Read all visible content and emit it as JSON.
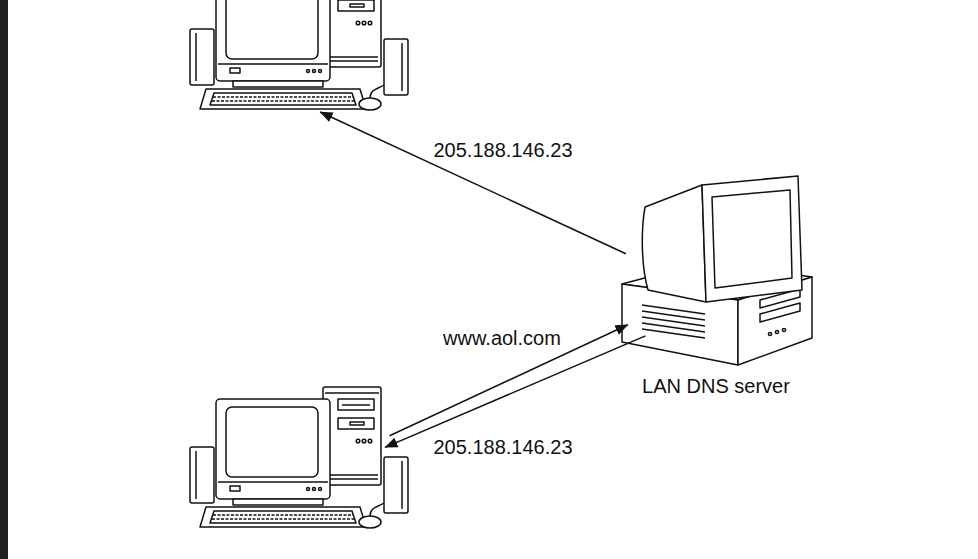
{
  "diagram": {
    "nodes": [
      {
        "text": []
      },
      {
        "text": [
          "LAN DNS server"
        ]
      },
      {
        "text": []
      }
    ],
    "edges": [
      {
        "from": 1,
        "to": 0,
        "label": "205.188.146.23",
        "arrow": "to"
      },
      {
        "from": 2,
        "to": 1,
        "label": "www.aol.com",
        "arrow": "to"
      },
      {
        "from": 1,
        "to": 2,
        "label": "205.188.146.23",
        "arrow": "to"
      }
    ]
  }
}
